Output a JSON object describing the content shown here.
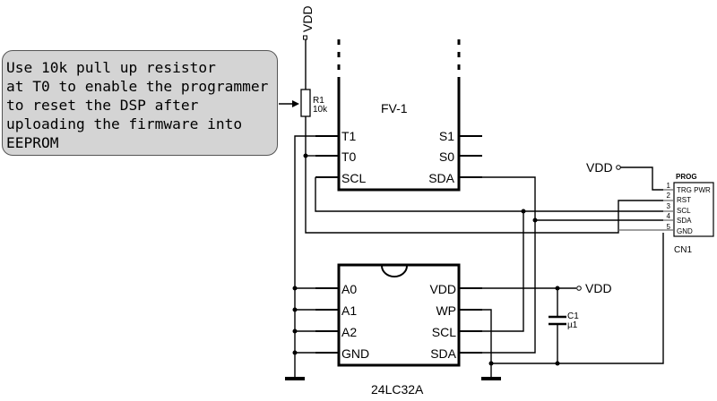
{
  "note": {
    "text": "Use 10k pull up resistor\nat T0 to enable the programmer\nto reset the DSP after\nuploading the firmware into\nEEPROM"
  },
  "fv1": {
    "name": "FV-1",
    "pins_left": [
      "T1",
      "T0",
      "SCL"
    ],
    "pins_right": [
      "S1",
      "S0",
      "SDA"
    ]
  },
  "eeprom": {
    "name": "24LC32A",
    "pins_left": [
      "A0",
      "A1",
      "A2",
      "GND"
    ],
    "pins_right": [
      "VDD",
      "WP",
      "SCL",
      "SDA"
    ]
  },
  "resistor": {
    "ref": "R1",
    "value": "10k"
  },
  "capacitor": {
    "ref": "C1",
    "value": "µ1"
  },
  "connector": {
    "title": "PROG",
    "ref": "CN1",
    "pins": [
      {
        "num": "1",
        "label": "TRG PWR"
      },
      {
        "num": "2",
        "label": "RST"
      },
      {
        "num": "3",
        "label": "SCL"
      },
      {
        "num": "4",
        "label": "SDA"
      },
      {
        "num": "5",
        "label": "GND"
      }
    ]
  },
  "power": {
    "vdd_top": "VDD",
    "vdd_prog": "VDD",
    "vdd_eeprom": "VDD"
  }
}
